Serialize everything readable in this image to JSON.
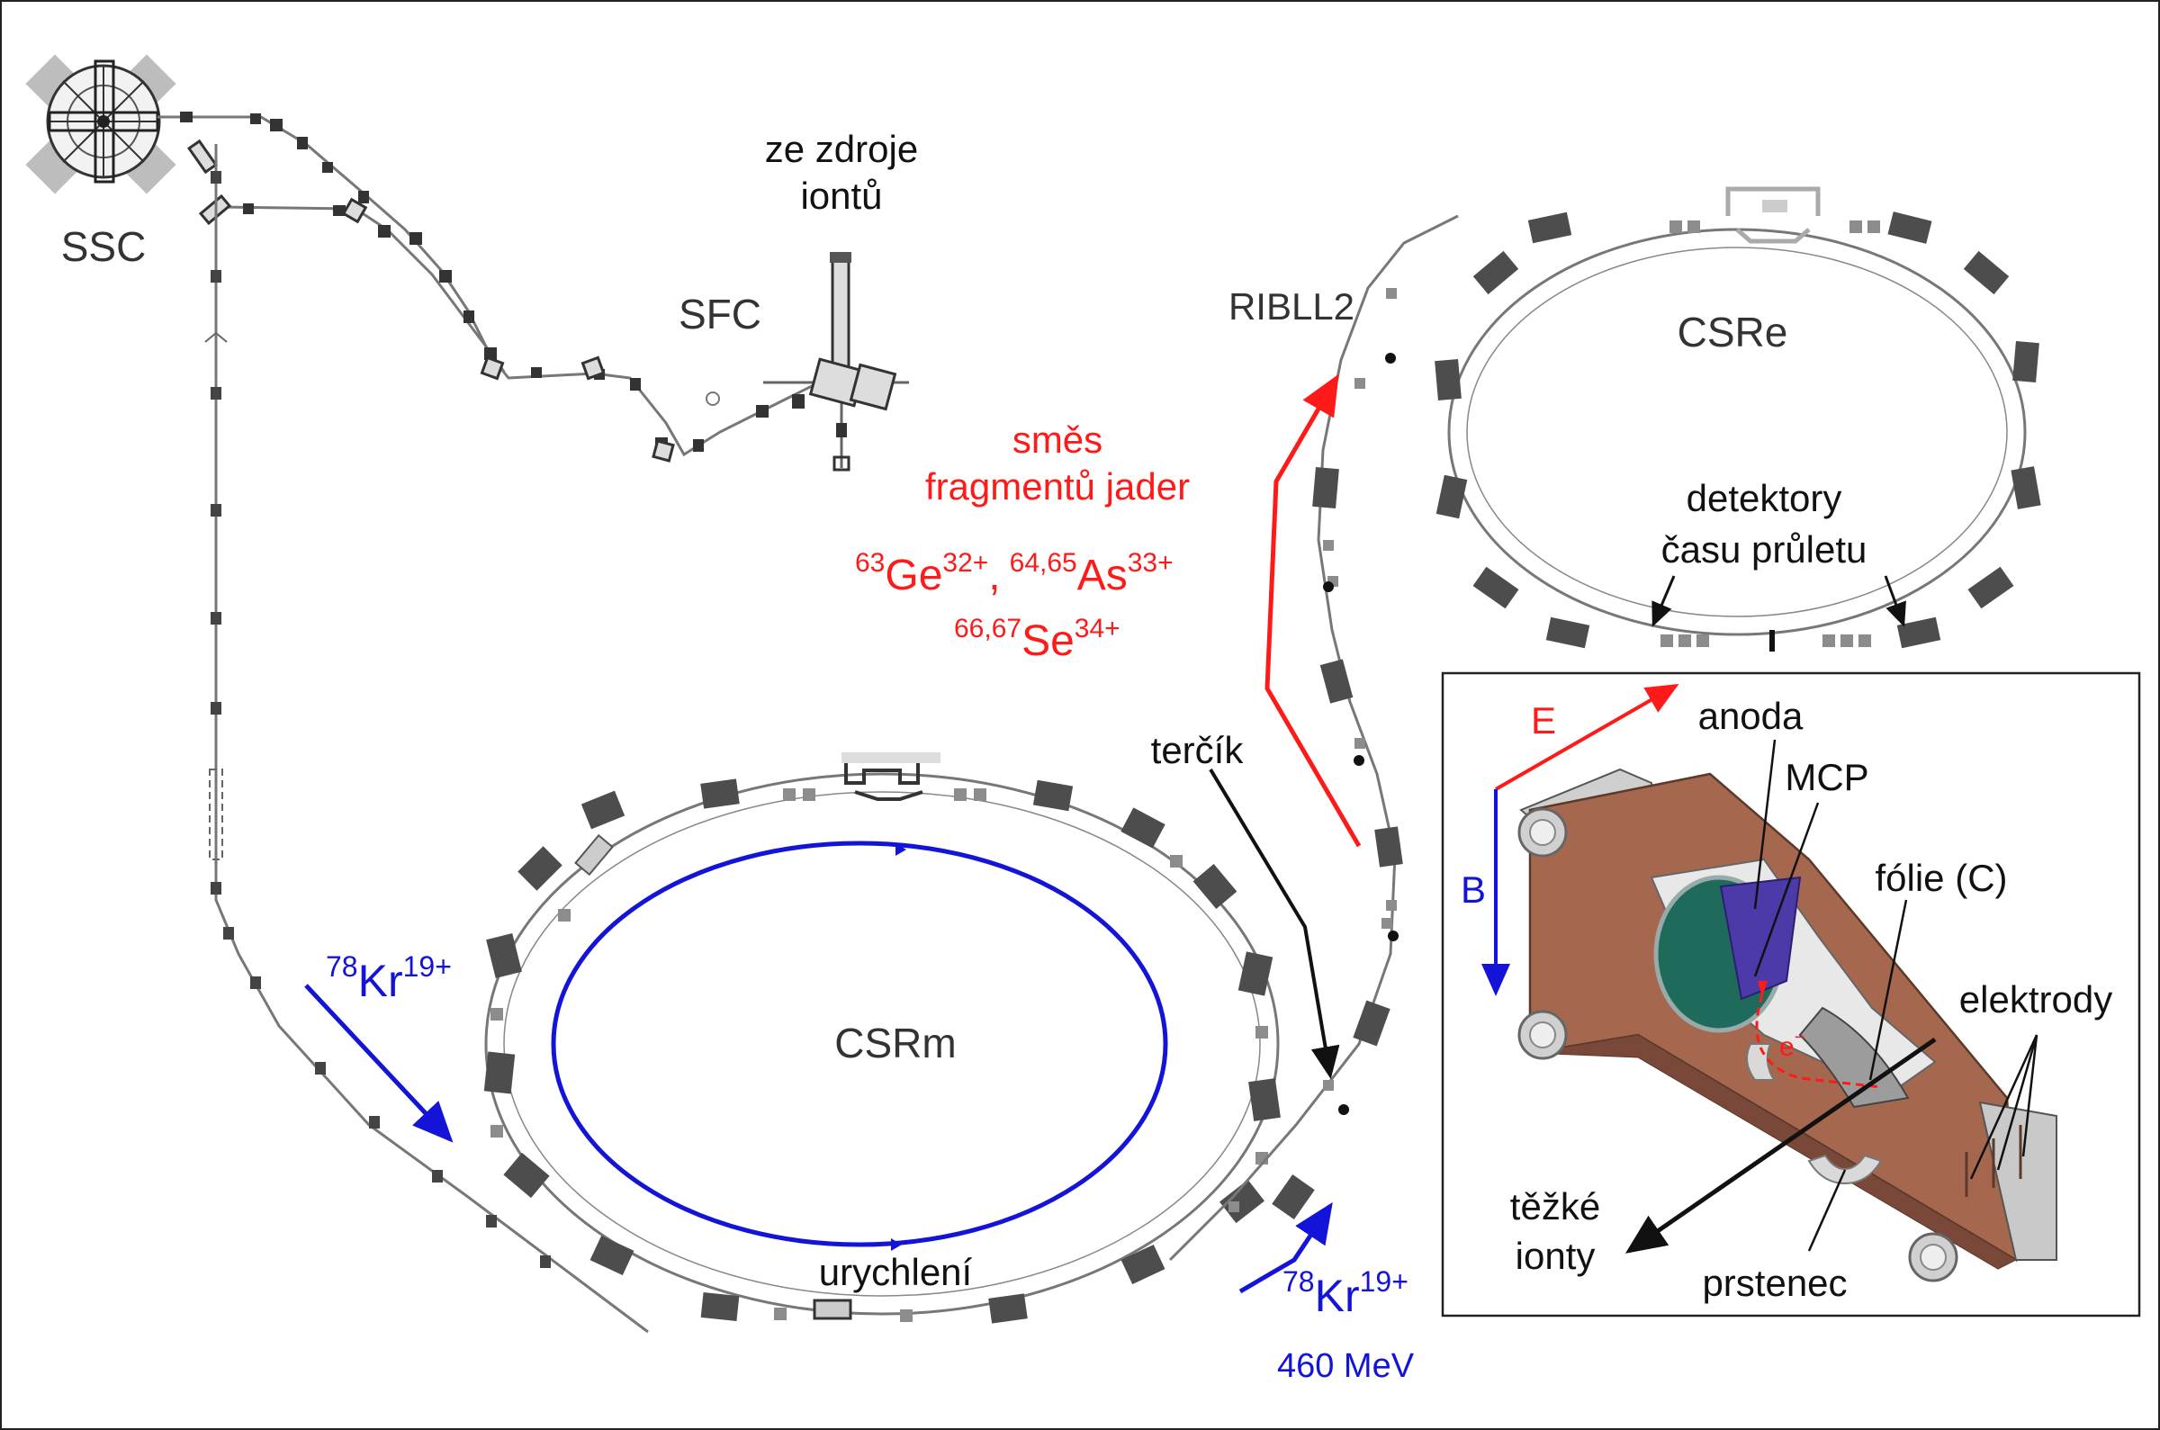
{
  "labels": {
    "ssc": "SSC",
    "sfc": "SFC",
    "ion_source_line1": "ze zdroje",
    "ion_source_line2": "iontů",
    "ribll2": "RIBLL2",
    "csre": "CSRe",
    "csrm": "CSRm",
    "acceleration": "urychlení",
    "target": "terčík",
    "tof_detectors_line1": "detektory",
    "tof_detectors_line2": "času průletu"
  },
  "fragments": {
    "line1": "směs",
    "line2": "fragmentů jader",
    "ge_mass": "63",
    "ge_symbol": "Ge",
    "ge_charge": "32+",
    "separator": ",",
    "as_mass": "64,65",
    "as_symbol": "As",
    "as_charge": "33+",
    "se_mass": "66,67",
    "se_symbol": "Se",
    "se_charge": "34+"
  },
  "beam_injection": {
    "mass": "78",
    "symbol": "Kr",
    "charge": "19+"
  },
  "beam_extraction": {
    "mass": "78",
    "symbol": "Kr",
    "charge": "19+",
    "energy": "460 MeV"
  },
  "inset": {
    "e_label": "E",
    "b_label": "B",
    "anode": "anoda",
    "mcp": "MCP",
    "foil": "fólie (C)",
    "electrodes": "elektrody",
    "electron": "e",
    "electron_sup": "−",
    "heavy_ions_line1": "těžké",
    "heavy_ions_line2": "ionty",
    "ring": "prstenec"
  },
  "colors": {
    "red": "#ff1a1a",
    "blue": "#1414d8",
    "magnet_dark": "#4d4d4d",
    "quad_grey": "#8c8c8c",
    "copper": "#a6674f",
    "mcp_green": "#1f6b5b",
    "anode_purple": "#4b3aa8"
  }
}
